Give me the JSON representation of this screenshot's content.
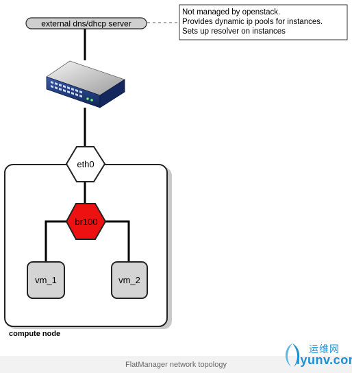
{
  "diagram": {
    "dns_server_label": "external dns/dhcp server",
    "note_lines": [
      "Not managed by openstack.",
      "Provides dynamic ip pools for instances.",
      "Sets up resolver on instances"
    ],
    "eth0_label": "eth0",
    "bridge_label": "br100",
    "vm1_label": "vm_1",
    "vm2_label": "vm_2",
    "compute_node_label": "compute node",
    "switch_icon": "network-switch-icon"
  },
  "colors": {
    "bridge_fill": "#ee1111",
    "vm_fill": "#d4d4d4",
    "pill_fill": "#cfcfcf",
    "switch_body": "#1f3a78"
  },
  "caption": "FlatManager network topology",
  "watermark": {
    "chinese": "运维网",
    "site": "iyunv.com"
  }
}
